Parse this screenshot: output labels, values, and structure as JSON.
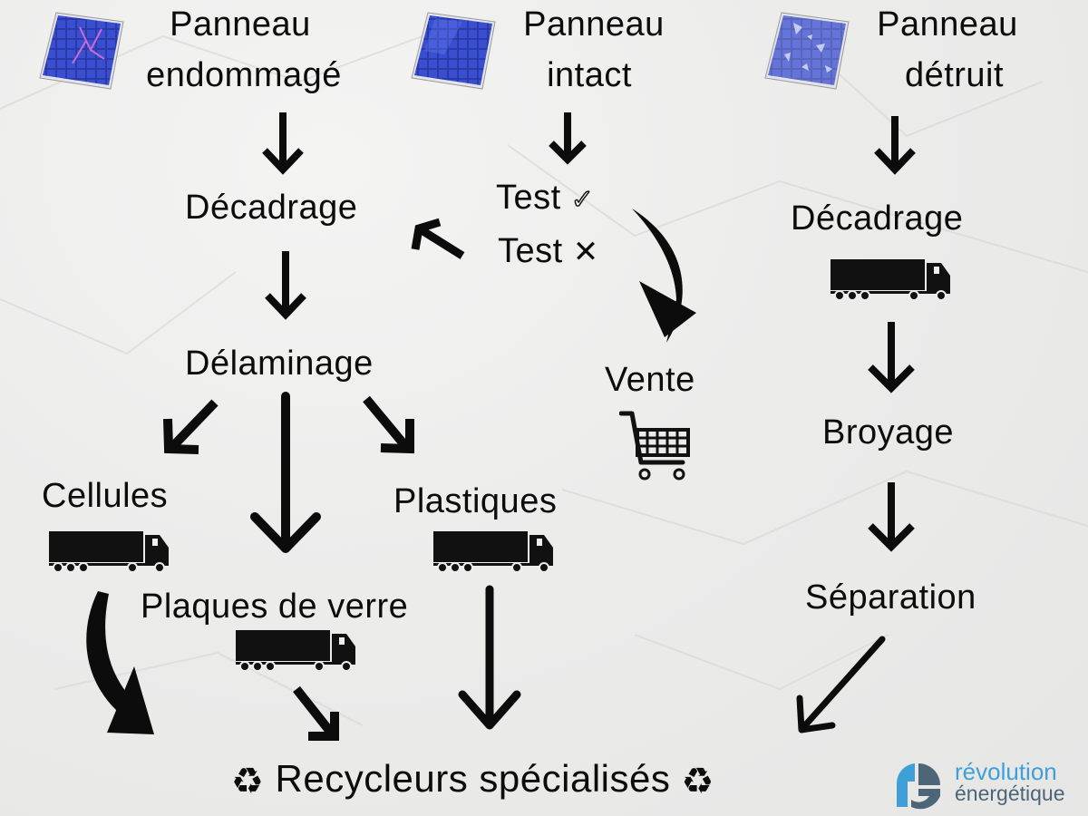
{
  "columns": {
    "damaged": {
      "title_line1": "Panneau",
      "title_line2": "endommagé",
      "steps": [
        "Décadrage",
        "Délaminage"
      ],
      "outputs": {
        "cells": "Cellules",
        "glass": "Plaques de verre",
        "plastics": "Plastiques"
      }
    },
    "intact": {
      "title_line1": "Panneau",
      "title_line2": "intact",
      "test_pass": "Test",
      "test_pass_mark": "✓",
      "test_fail": "Test",
      "test_fail_mark": "✕",
      "sale": "Vente"
    },
    "destroyed": {
      "title_line1": "Panneau",
      "title_line2": "détruit",
      "steps": [
        "Décadrage",
        "Broyage",
        "Séparation"
      ]
    }
  },
  "footer": {
    "destination": "Recycleurs spécialisés",
    "recycle_symbol": "♻"
  },
  "logo": {
    "line1": "révolution",
    "line2": "énergétique",
    "color_primary": "#3f9fd9",
    "color_secondary": "#4c6577"
  },
  "icons": {
    "solar_panel_damaged": "solar-panel-damaged-icon",
    "solar_panel_intact": "solar-panel-icon",
    "solar_panel_destroyed": "solar-panel-destroyed-icon",
    "truck": "truck-icon",
    "cart": "shopping-cart-icon",
    "recycle": "recycle-icon"
  }
}
